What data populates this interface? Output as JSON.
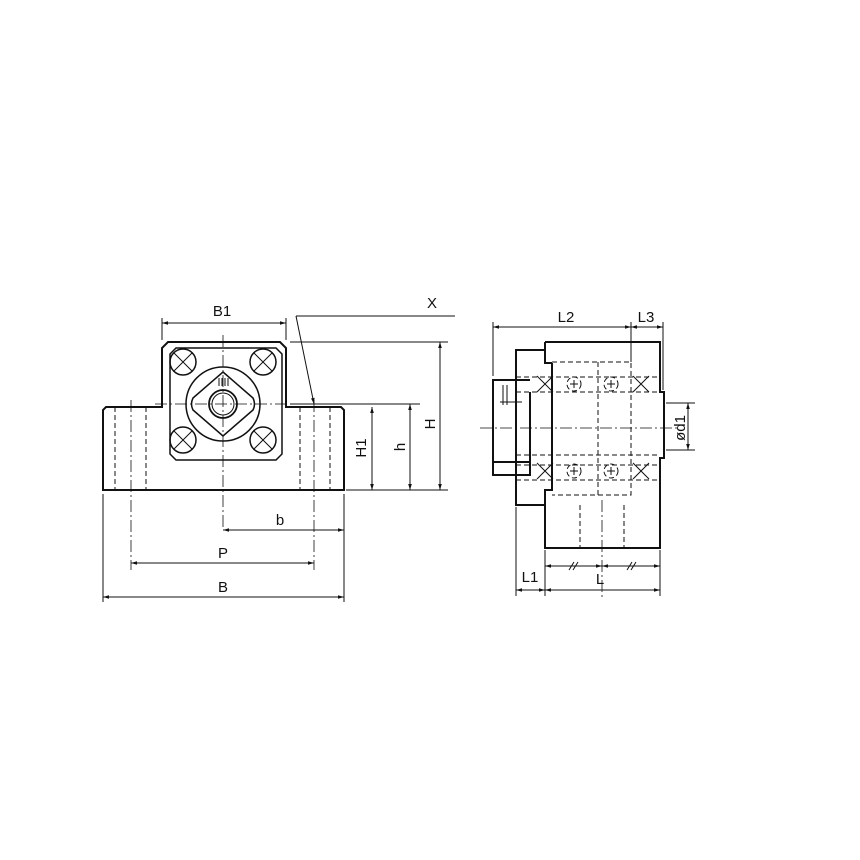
{
  "drawing": {
    "front_view": {
      "labels": {
        "B1": "B1",
        "X": "X",
        "H": "H",
        "H1": "H1",
        "h": "h",
        "b": "b",
        "P": "P",
        "B": "B"
      }
    },
    "side_view": {
      "labels": {
        "L2": "L2",
        "L3": "L3",
        "d1": "ød1",
        "L1": "L1",
        "L": "L"
      }
    },
    "line_color": "#111111"
  }
}
